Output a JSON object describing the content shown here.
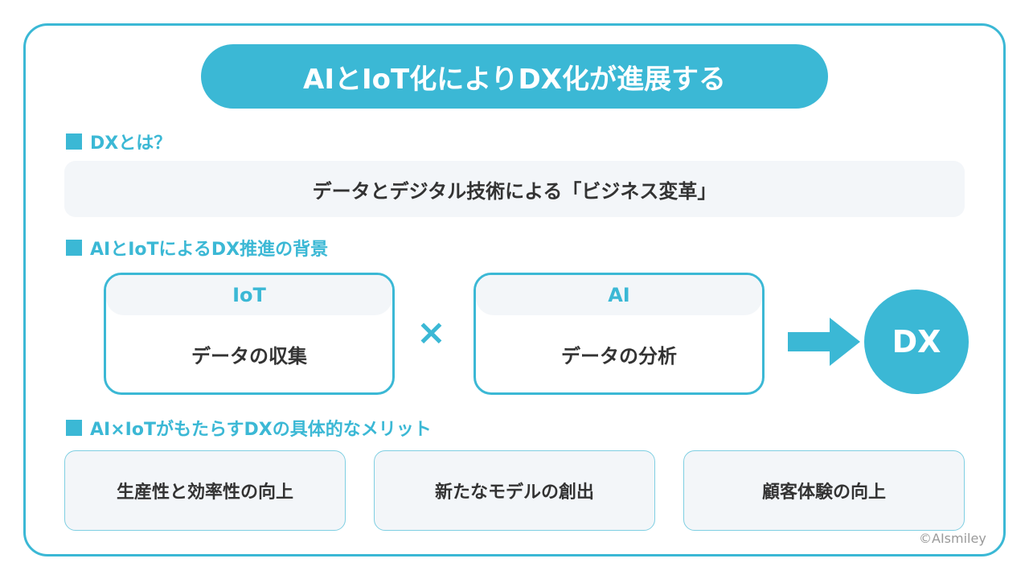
{
  "title": "AIとIoT化によりDX化が進展する",
  "sections": [
    "DXとは？",
    "AIとIoTによるDX推進の背景",
    "AI×IoTがもたらすDXの具体的なメリット"
  ],
  "definition": "データとデジタル技術による「ビジネス変革」",
  "iot": {
    "label": "IoT",
    "text": "データの収集"
  },
  "ai": {
    "label": "AI",
    "text": "データの分析"
  },
  "times": "×",
  "dx": "DX",
  "merits": [
    "生産性と効率性の向上",
    "新たなモデルの創出",
    "顧客体験の向上"
  ],
  "copyright": "©AIsmiley",
  "colors": {
    "accent": "#3bb8d5",
    "panel": "#f3f6f9"
  }
}
